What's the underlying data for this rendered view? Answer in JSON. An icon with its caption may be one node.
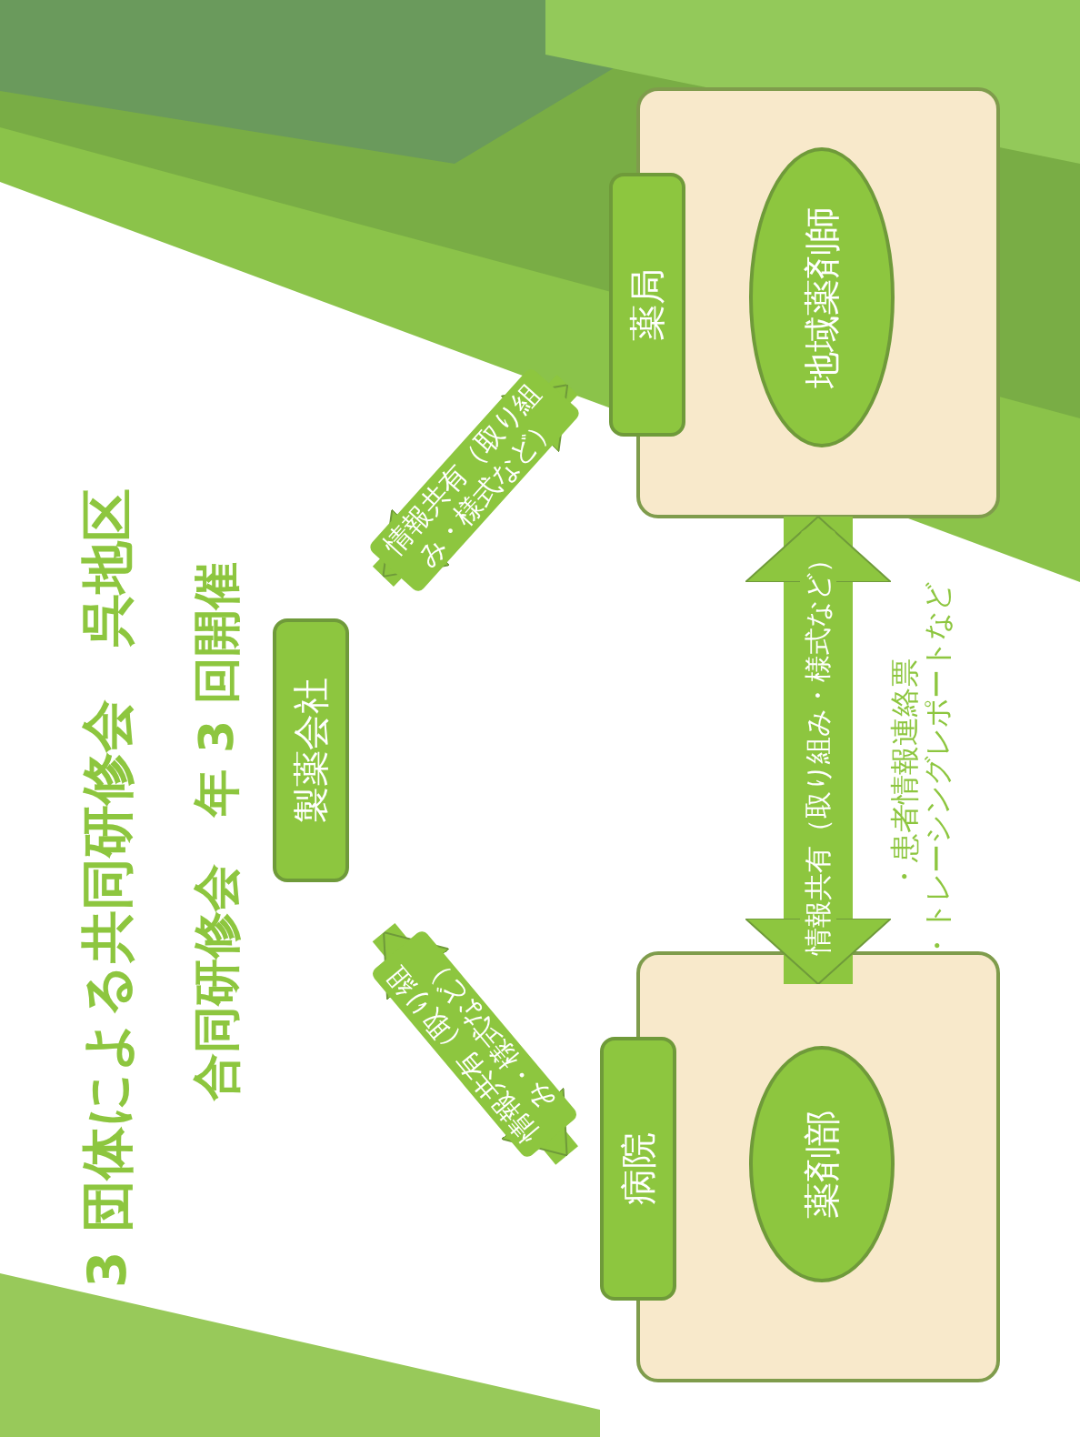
{
  "diagram": {
    "title": "3 団体による共同研修会　呉地区",
    "nodes": [
      {
        "text": [
          "製薬会社"
        ]
      },
      {
        "text": [],
        "shape": "box"
      },
      {
        "text": [
          "薬局"
        ]
      },
      {
        "text": [
          "地域薬剤師"
        ],
        "in": 1
      },
      {
        "text": [],
        "shape": "box"
      },
      {
        "text": [
          "病院"
        ]
      },
      {
        "text": [
          "薬剤部"
        ],
        "in": 4
      }
    ],
    "edges": [
      {
        "from": 0,
        "to": 2,
        "arrow": "both",
        "label": "情報共有（取り組み・様式など）"
      },
      {
        "from": 0,
        "to": 5,
        "arrow": "both",
        "label": "情報共有（取り組み・様式など）"
      },
      {
        "from": 3,
        "to": 6,
        "arrow": "both",
        "label": "情報共有（取り組み・様式など）",
        "style": "thick"
      }
    ],
    "labels": [
      "合同研修会　年 3 回開催",
      "・患者情報連絡票",
      "・トレーシングレポートなど"
    ]
  }
}
